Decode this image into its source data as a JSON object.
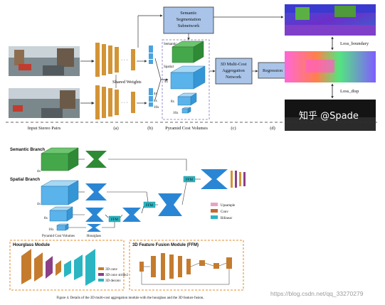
{
  "top_figure": {
    "input_label": "Input Stereo Pairs",
    "shared_weights": "Shared Weights",
    "semantic_subnetwork": [
      "Semantic",
      "Segmentation",
      "Subnetwork"
    ],
    "semantic_label": "Semantic",
    "spatial_label": "Spatial",
    "pyramid_label": "Pyramid Cost Volumes",
    "aggregation": [
      "3D Multi-Cost",
      "Aggregation",
      "Network"
    ],
    "regression": "Regression",
    "loss_boundary": "Loss_boundary",
    "loss_disp": "Loss_disp",
    "panel_a": "(a)",
    "panel_b": "(b)",
    "panel_c": "(c)",
    "panel_d": "(d)",
    "scale_4x": "4x",
    "scale_8x": "8x",
    "scale_16x": "16x",
    "watermark": "知乎 @Spade"
  },
  "bottom_figure": {
    "semantic_branch": "Semantic Branch",
    "spatial_branch": "Spatial Branch",
    "pyramid_label": "Pyramid Cost Volumes",
    "hourglass_label": "Hourglass",
    "ffm": "FFM",
    "legend": [
      "Upsample",
      "Conv",
      "Bilinear"
    ],
    "hourglass_module": "Hourglass Module",
    "ffm_module": "3D Feature Fusion Module (FFM)",
    "hg_legend": [
      "3D conv",
      "3D conv stride2",
      "3D deconv"
    ],
    "caption": "Figure 4. Details of the 3D multi-cost aggregation module with the hourglass and the 3D feature fusion.",
    "watermark": "https://blog.csdn.net/qq_33270279"
  },
  "colors": {
    "blue_box": "#a9c4e8",
    "green": "#3f9e49",
    "cost_blue": "#4aa3df",
    "orange": "#d39436",
    "teal": "#2bb5c2",
    "orange_border": "#e08a2c"
  }
}
